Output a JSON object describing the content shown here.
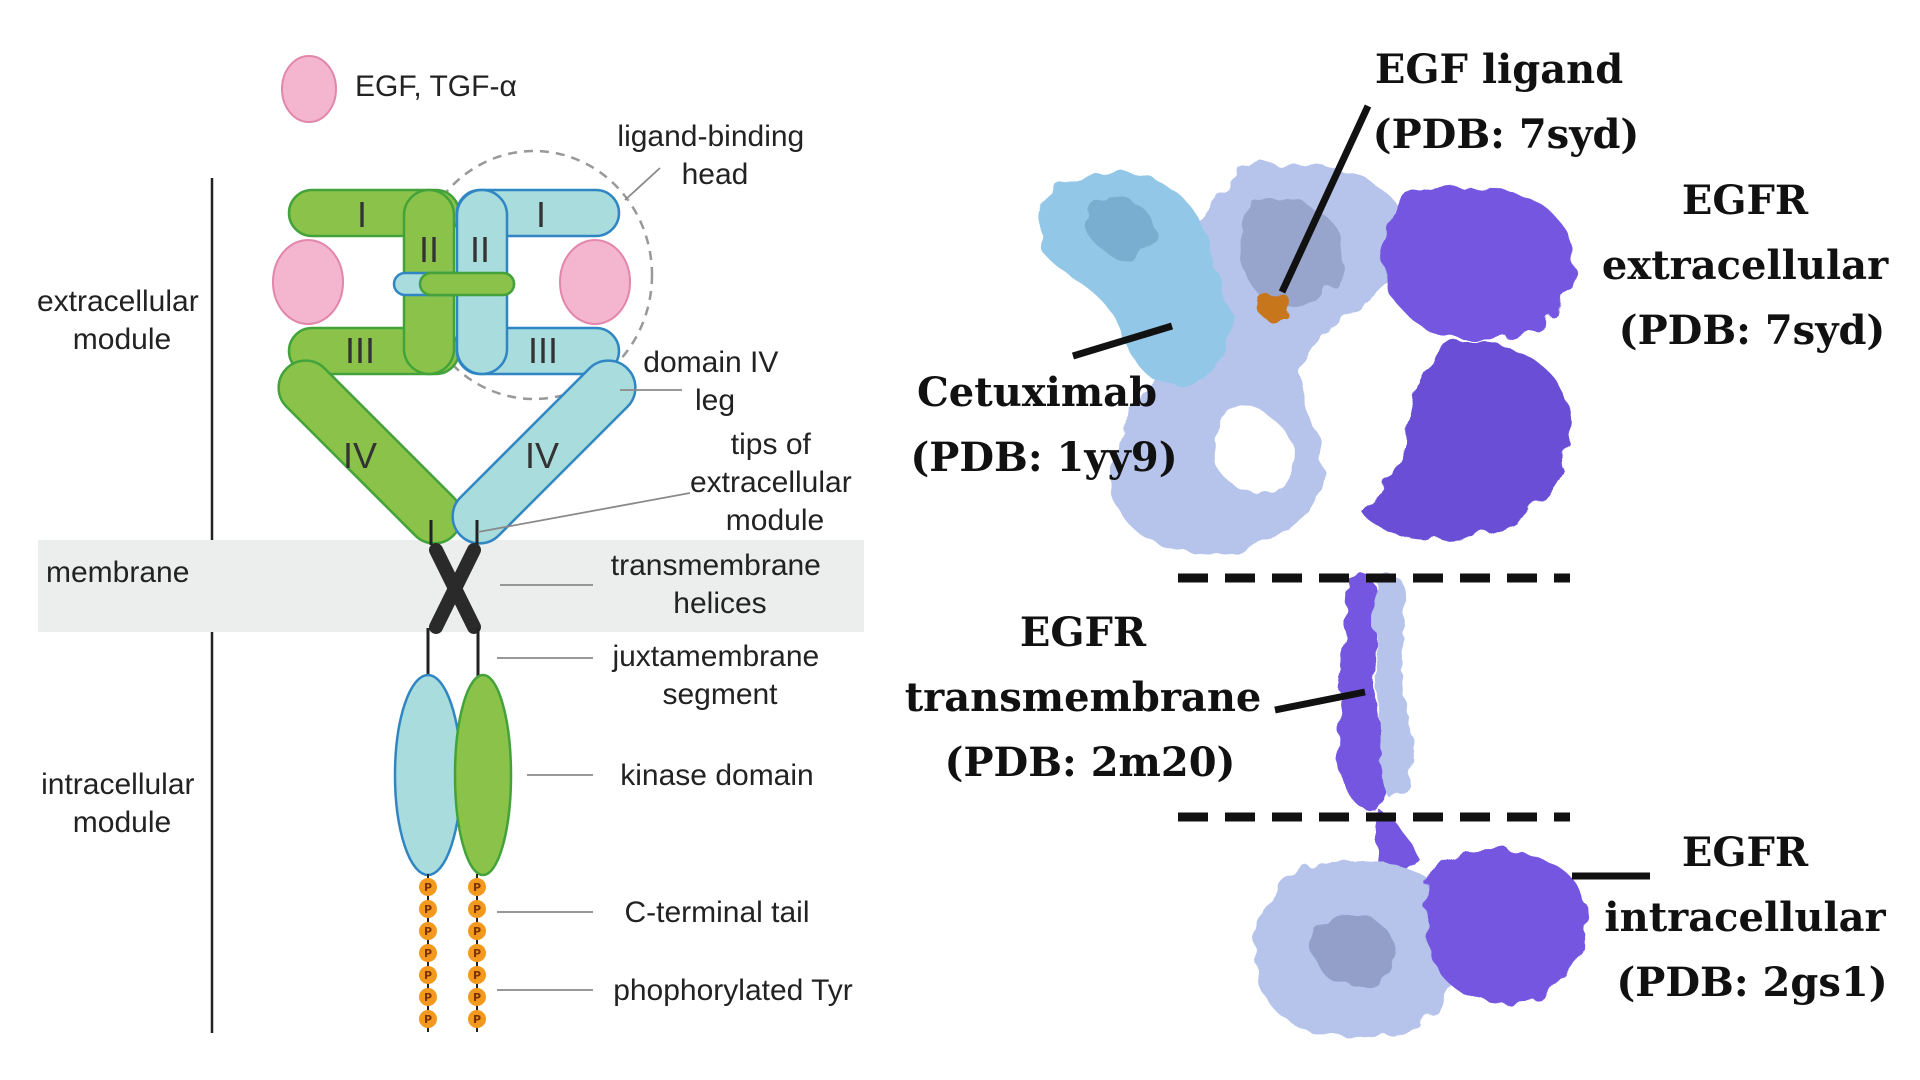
{
  "schematic": {
    "legend_label": "EGF, TGF-α",
    "regions": {
      "extracellular": [
        "extracellular",
        "module"
      ],
      "membrane": "membrane",
      "intracellular": [
        "intracellular",
        "module"
      ]
    },
    "domains": {
      "d1": "I",
      "d2": "II",
      "d3": "III",
      "d4": "IV"
    },
    "phospho_mark": "P",
    "callouts": {
      "ligand_binding_head": [
        "ligand-binding",
        "head"
      ],
      "domain_iv_leg": [
        "domain IV",
        "leg"
      ],
      "tips": [
        "tips of",
        "extracellular",
        "module"
      ],
      "transmembrane_helices": [
        "transmembrane",
        "helices"
      ],
      "juxtamembrane_segment": [
        "juxtamembrane",
        "segment"
      ],
      "kinase_domain": "kinase domain",
      "c_terminal_tail": "C-terminal tail",
      "phosphorylated_tyr": "phophorylated Tyr"
    },
    "colors": {
      "green_fill": "#8bc34a",
      "green_stroke": "#43a33a",
      "teal_fill": "#a9dcdc",
      "teal_stroke": "#2f86c3",
      "pink": "#f4b6cf",
      "pink_stroke": "#e386ac",
      "membrane": "#eceeed",
      "phospho": "#f39a1e"
    }
  },
  "structure": {
    "labels": {
      "egf_ligand": [
        "EGF ligand",
        "(PDB: 7syd)"
      ],
      "cetuximab": [
        "Cetuximab",
        "(PDB: 1yy9)"
      ],
      "egfr_extracellular": [
        "EGFR",
        "extracellular",
        "(PDB: 7syd)"
      ],
      "egfr_transmembrane": [
        "EGFR",
        "transmembrane",
        "(PDB: 2m20)"
      ],
      "egfr_intracellular": [
        "EGFR",
        "intracellular",
        "(PDB: 2gs1)"
      ]
    },
    "colors": {
      "cetuximab": "#93c7e8",
      "egfr_chain_a": "#b6c4ec",
      "egfr_chain_b": "#7557e0",
      "egf_ligand": "#c8761a",
      "shadow": "#6f7aa3"
    }
  }
}
